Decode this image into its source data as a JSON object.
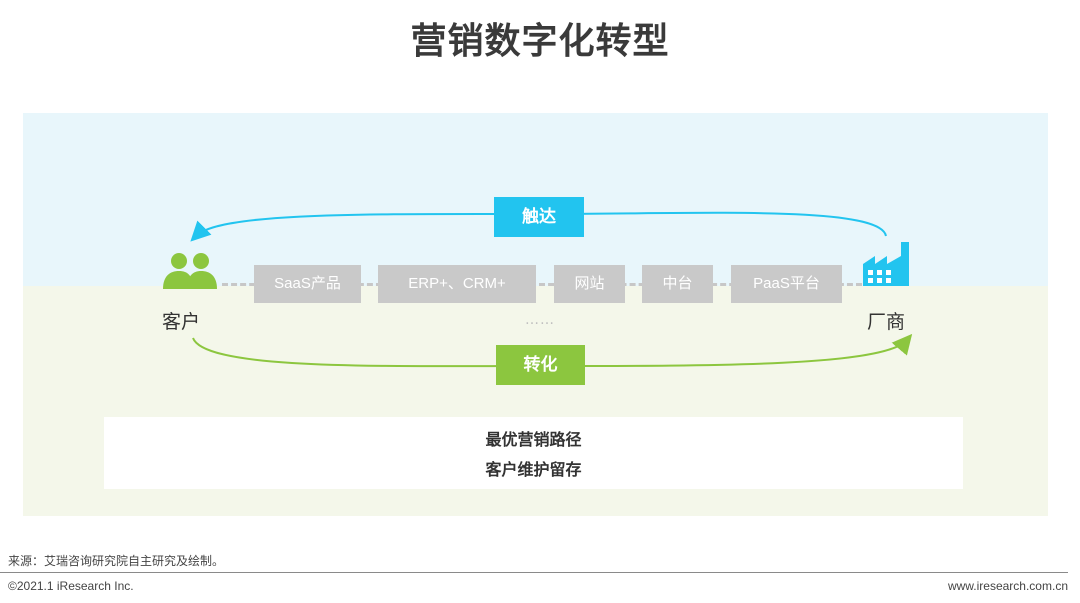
{
  "title": "营销数字化转型",
  "flow": {
    "touch_label": "触达",
    "convert_label": "转化",
    "customer_label": "客户",
    "vendor_label": "厂商",
    "tools": [
      "SaaS产品",
      "ERP+、CRM+",
      "网站",
      "中台",
      "PaaS平台"
    ],
    "ellipsis": "……",
    "colors": {
      "touch": "#22c4ef",
      "convert": "#8cc63f",
      "tool_box": "#c9c9c9"
    },
    "icons": {
      "customer": "users-icon",
      "vendor": "factory-icon"
    }
  },
  "summary": {
    "line1": "最优营销路径",
    "line2": "客户维护留存"
  },
  "footer": {
    "source": "来源：艾瑞咨询研究院自主研究及绘制。",
    "copyright": "©2021.1 iResearch Inc.",
    "website": "www.iresearch.com.cn"
  }
}
